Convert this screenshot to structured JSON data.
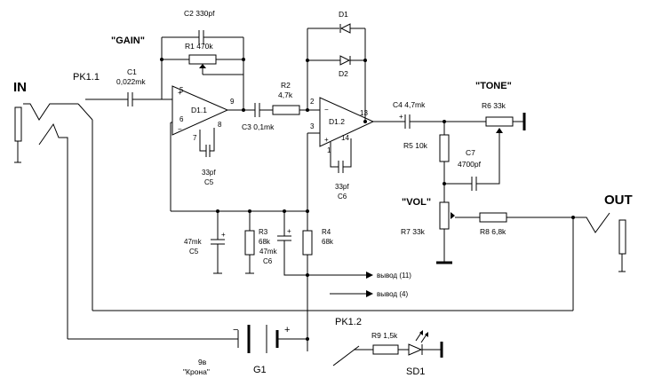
{
  "labels": {
    "in": "IN",
    "out": "OUT",
    "pk11": "PK1.1",
    "pk12": "PK1.2",
    "gain": "\"GAIN\"",
    "tone": "\"TONE\"",
    "vol": "\"VOL\"",
    "c1_name": "C1",
    "c1_val": "0,022mk",
    "c2": "C2 330pf",
    "r1": "R1 470k",
    "d11": "D1.1",
    "d12": "D1.2",
    "pin5": "5",
    "pin6": "6",
    "pin7": "7",
    "pin8": "8",
    "pin9": "9",
    "pin2": "2",
    "pin3": "3",
    "pin1": "1",
    "pin13": "13",
    "pin14": "14",
    "c3": "C3 0,1mk",
    "r2_name": "R2",
    "r2_val": "4,7k",
    "d1": "D1",
    "d2": "D2",
    "c5_val": "33pf",
    "c5_name": "C5",
    "c6_val": "33pf",
    "c6_name": "C6",
    "c4": "C4 4,7mk",
    "r6": "R6 33k",
    "r5": "R5 10k",
    "c7_name": "C7",
    "c7_val": "4700pf",
    "r7": "R7 33k",
    "r8": "R8 6,8k",
    "c_left_val": "47mk",
    "c_left_name": "C5",
    "r3_name": "R3",
    "r3_val": "68k",
    "c6b_val": "47mk",
    "c6b_name": "C6",
    "r4_name": "R4",
    "r4_val": "68k",
    "vyvod11": "вывод (11)",
    "vyvod4": "вывод (4)",
    "batt_v": "9в",
    "batt_name": "\"Крона\"",
    "g1": "G1",
    "r9": "R9 1,5k",
    "sd1": "SD1",
    "plus": "+",
    "minus": "−"
  }
}
